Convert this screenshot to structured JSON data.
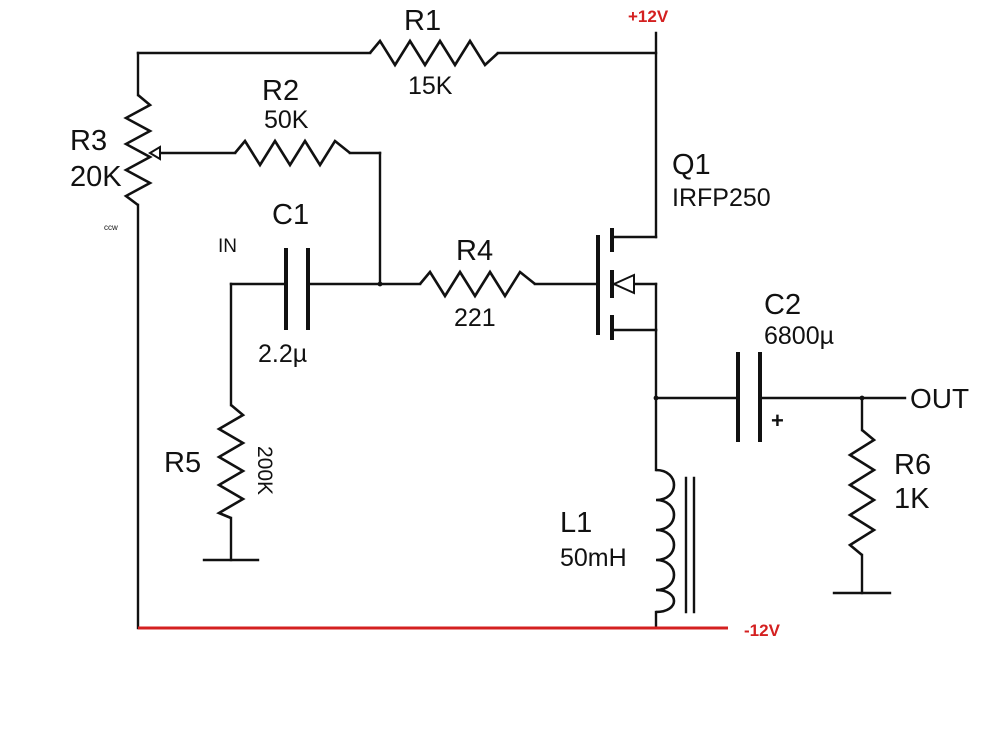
{
  "rails": {
    "positive": "+12V",
    "negative": "-12V"
  },
  "components": {
    "R1": {
      "ref": "R1",
      "value": "15K"
    },
    "R2": {
      "ref": "R2",
      "value": "50K"
    },
    "R3": {
      "ref": "R3",
      "value": "20K",
      "note": "ccw"
    },
    "R4": {
      "ref": "R4",
      "value": "221"
    },
    "R5": {
      "ref": "R5",
      "value": "200K"
    },
    "R6": {
      "ref": "R6",
      "value": "1K"
    },
    "C1": {
      "ref": "C1",
      "value": "2.2µ"
    },
    "C2": {
      "ref": "C2",
      "value": "6800µ",
      "polarity": "+"
    },
    "Q1": {
      "ref": "Q1",
      "part": "IRFP250"
    },
    "L1": {
      "ref": "L1",
      "value": "50mH"
    }
  },
  "terminals": {
    "input": "IN",
    "output": "OUT"
  },
  "colors": {
    "wire": "#111111",
    "negative_rail": "#d42020",
    "positive_label": "#d42020"
  }
}
